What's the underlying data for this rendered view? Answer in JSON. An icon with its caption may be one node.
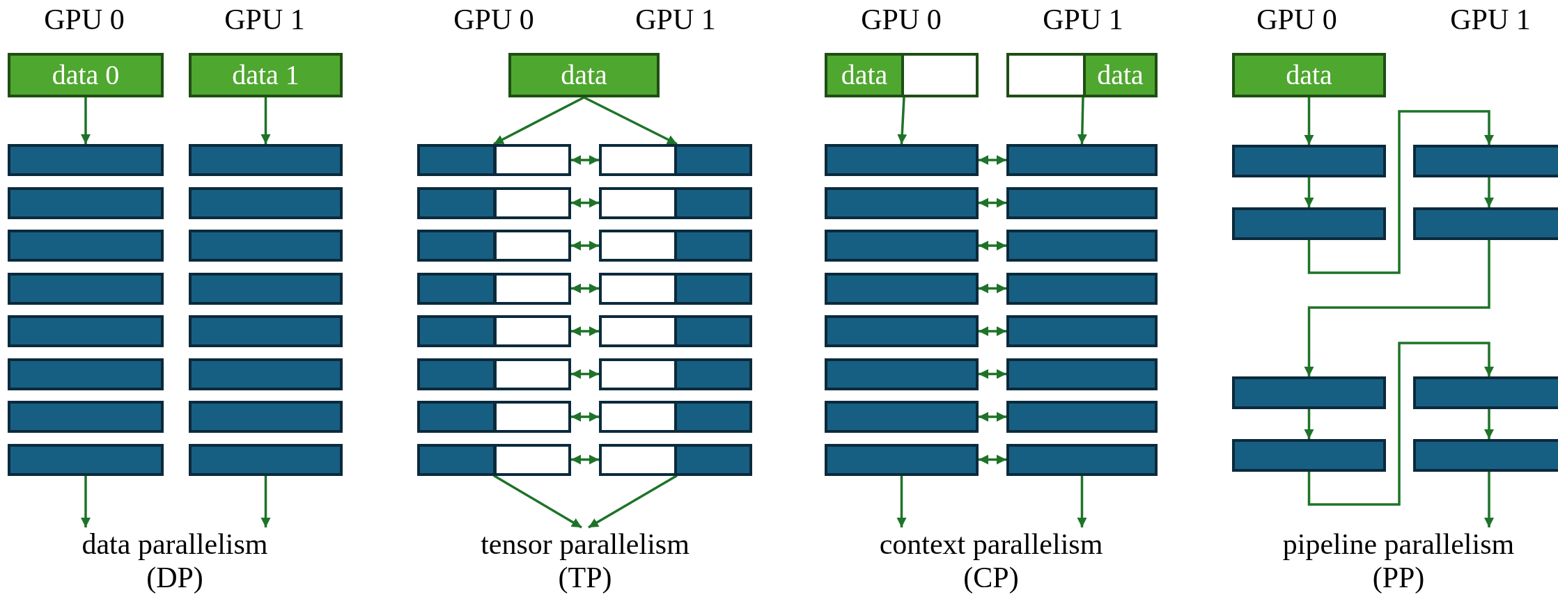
{
  "diagram": {
    "nodes": [
      {
        "text": [
          "data 0"
        ]
      },
      {
        "text": [
          "data 1"
        ]
      },
      {
        "text": [],
        "shape": "bar"
      },
      {
        "text": [],
        "shape": "bar"
      },
      {
        "text": [],
        "shape": "bar"
      },
      {
        "text": [],
        "shape": "bar"
      },
      {
        "text": [],
        "shape": "bar"
      },
      {
        "text": [],
        "shape": "bar"
      },
      {
        "text": [],
        "shape": "bar"
      },
      {
        "text": [],
        "shape": "bar"
      },
      {
        "text": [],
        "shape": "bar"
      },
      {
        "text": [],
        "shape": "bar"
      },
      {
        "text": [],
        "shape": "bar"
      },
      {
        "text": [],
        "shape": "bar"
      },
      {
        "text": [],
        "shape": "bar"
      },
      {
        "text": [],
        "shape": "bar"
      },
      {
        "text": [],
        "shape": "bar"
      },
      {
        "text": [],
        "shape": "bar"
      },
      {
        "text": [
          "data"
        ]
      },
      {
        "text": [],
        "shape": "bar"
      },
      {
        "text": [],
        "shape": "box"
      },
      {
        "text": [],
        "shape": "box"
      },
      {
        "text": [],
        "shape": "bar"
      },
      {
        "text": [],
        "shape": "bar"
      },
      {
        "text": [],
        "shape": "box"
      },
      {
        "text": [],
        "shape": "box"
      },
      {
        "text": [],
        "shape": "bar"
      },
      {
        "text": [],
        "shape": "bar"
      },
      {
        "text": [],
        "shape": "box"
      },
      {
        "text": [],
        "shape": "box"
      },
      {
        "text": [],
        "shape": "bar"
      },
      {
        "text": [],
        "shape": "bar"
      },
      {
        "text": [],
        "shape": "box"
      },
      {
        "text": [],
        "shape": "box"
      },
      {
        "text": [],
        "shape": "bar"
      },
      {
        "text": [],
        "shape": "bar"
      },
      {
        "text": [],
        "shape": "box"
      },
      {
        "text": [],
        "shape": "box"
      },
      {
        "text": [],
        "shape": "bar"
      },
      {
        "text": [],
        "shape": "bar"
      },
      {
        "text": [],
        "shape": "box"
      },
      {
        "text": [],
        "shape": "box"
      },
      {
        "text": [],
        "shape": "bar"
      },
      {
        "text": [],
        "shape": "bar"
      },
      {
        "text": [],
        "shape": "box"
      },
      {
        "text": [],
        "shape": "box"
      },
      {
        "text": [],
        "shape": "bar"
      },
      {
        "text": [],
        "shape": "bar"
      },
      {
        "text": [],
        "shape": "box"
      },
      {
        "text": [],
        "shape": "box"
      },
      {
        "text": [],
        "shape": "bar"
      },
      {
        "text": [
          "data"
        ]
      },
      {
        "text": [],
        "shape": "box"
      },
      {
        "text": [],
        "shape": "box"
      },
      {
        "text": [
          "data"
        ]
      },
      {
        "text": [],
        "shape": "bar"
      },
      {
        "text": [],
        "shape": "bar"
      },
      {
        "text": [],
        "shape": "bar"
      },
      {
        "text": [],
        "shape": "bar"
      },
      {
        "text": [],
        "shape": "bar"
      },
      {
        "text": [],
        "shape": "bar"
      },
      {
        "text": [],
        "shape": "bar"
      },
      {
        "text": [],
        "shape": "bar"
      },
      {
        "text": [],
        "shape": "bar"
      },
      {
        "text": [],
        "shape": "bar"
      },
      {
        "text": [],
        "shape": "bar"
      },
      {
        "text": [],
        "shape": "bar"
      },
      {
        "text": [],
        "shape": "bar"
      },
      {
        "text": [],
        "shape": "bar"
      },
      {
        "text": [],
        "shape": "bar"
      },
      {
        "text": [],
        "shape": "bar"
      },
      {
        "text": [
          "data"
        ]
      },
      {
        "text": [],
        "shape": "bar"
      },
      {
        "text": [],
        "shape": "bar"
      },
      {
        "text": [],
        "shape": "bar"
      },
      {
        "text": [],
        "shape": "bar"
      },
      {
        "text": [],
        "shape": "bar"
      },
      {
        "text": [],
        "shape": "bar"
      },
      {
        "text": [],
        "shape": "bar"
      },
      {
        "text": [],
        "shape": "bar"
      },
      {
        "text": [
          "data parallelism (DP)"
        ]
      },
      {
        "text": [
          "tensor parallelism (TP)"
        ]
      },
      {
        "text": [
          "context parallelism (CP)"
        ]
      },
      {
        "text": [
          "pipeline parallelism (PP)"
        ]
      }
    ],
    "edges": [
      {
        "from": 0,
        "to": 2,
        "arrow": "to"
      },
      {
        "from": 1,
        "to": 3,
        "arrow": "to"
      },
      {
        "from": 16,
        "to": 80,
        "arrow": "to"
      },
      {
        "from": 17,
        "to": 80,
        "arrow": "to"
      },
      {
        "from": 18,
        "to": 20,
        "arrow": "to"
      },
      {
        "from": 18,
        "to": 21,
        "arrow": "to"
      },
      {
        "from": 20,
        "to": 21,
        "arrow": "both"
      },
      {
        "from": 24,
        "to": 25,
        "arrow": "both"
      },
      {
        "from": 28,
        "to": 29,
        "arrow": "both"
      },
      {
        "from": 32,
        "to": 33,
        "arrow": "both"
      },
      {
        "from": 36,
        "to": 37,
        "arrow": "both"
      },
      {
        "from": 40,
        "to": 41,
        "arrow": "both"
      },
      {
        "from": 44,
        "to": 45,
        "arrow": "both"
      },
      {
        "from": 48,
        "to": 49,
        "arrow": "both"
      },
      {
        "from": 48,
        "to": 81,
        "arrow": "to"
      },
      {
        "from": 49,
        "to": 81,
        "arrow": "to"
      },
      {
        "from": 51,
        "to": 55,
        "arrow": "to"
      },
      {
        "from": 54,
        "to": 56,
        "arrow": "to"
      },
      {
        "from": 55,
        "to": 56,
        "arrow": "both"
      },
      {
        "from": 57,
        "to": 58,
        "arrow": "both"
      },
      {
        "from": 59,
        "to": 60,
        "arrow": "both"
      },
      {
        "from": 61,
        "to": 62,
        "arrow": "both"
      },
      {
        "from": 63,
        "to": 64,
        "arrow": "both"
      },
      {
        "from": 65,
        "to": 66,
        "arrow": "both"
      },
      {
        "from": 67,
        "to": 68,
        "arrow": "both"
      },
      {
        "from": 69,
        "to": 70,
        "arrow": "both"
      },
      {
        "from": 69,
        "to": 82,
        "arrow": "to"
      },
      {
        "from": 70,
        "to": 82,
        "arrow": "to"
      },
      {
        "from": 71,
        "to": 72,
        "arrow": "to"
      },
      {
        "from": 72,
        "to": 74,
        "arrow": "to"
      },
      {
        "from": 74,
        "to": 73,
        "arrow": "to"
      },
      {
        "from": 73,
        "to": 75,
        "arrow": "to"
      },
      {
        "from": 75,
        "to": 76,
        "arrow": "to"
      },
      {
        "from": 76,
        "to": 78,
        "arrow": "to"
      },
      {
        "from": 78,
        "to": 77,
        "arrow": "to"
      },
      {
        "from": 77,
        "to": 79,
        "arrow": "to"
      },
      {
        "from": 79,
        "to": 83,
        "arrow": "to"
      }
    ],
    "labels": [
      "GPU 0",
      "GPU 1",
      "GPU 0",
      "GPU 1",
      "GPU 0",
      "GPU 1",
      "GPU 0",
      "GPU 1"
    ]
  }
}
